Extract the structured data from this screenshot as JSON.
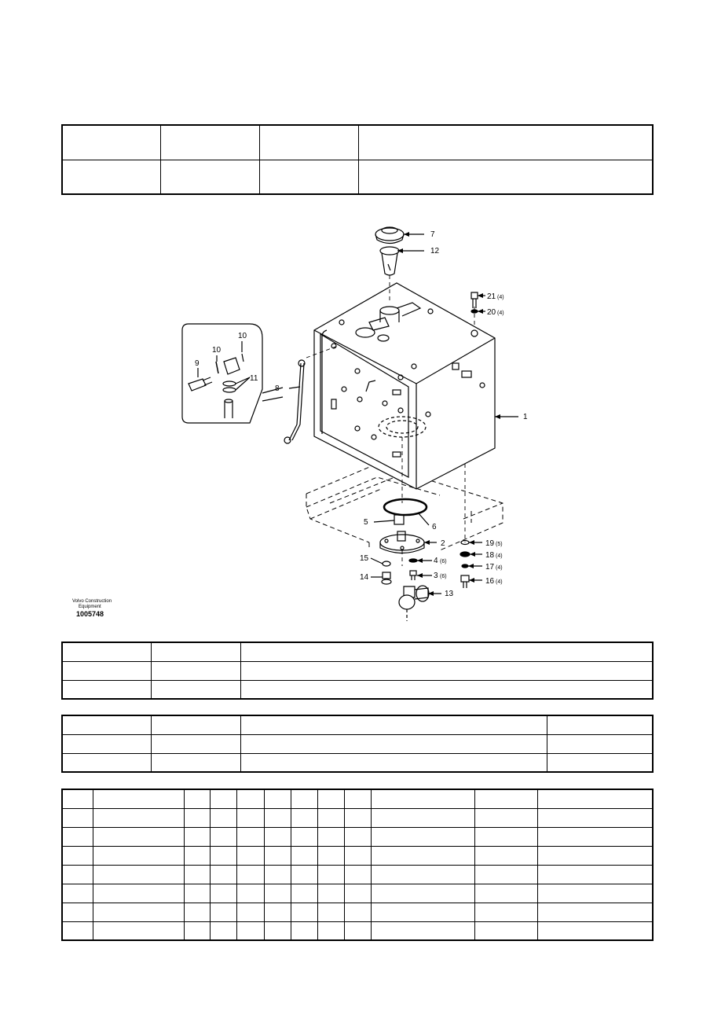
{
  "caption": {
    "line1": "Volvo Construction",
    "line2": "Equipment",
    "number": "1005748"
  },
  "callouts": {
    "c1": "1",
    "c2": "2",
    "c3": "3",
    "c3q": "(6)",
    "c4": "4",
    "c4q": "(6)",
    "c5": "5",
    "c6": "6",
    "c7": "7",
    "c8": "8",
    "c9": "9",
    "c10a": "10",
    "c10b": "10",
    "c11": "11",
    "c12": "12",
    "c13": "13",
    "c14": "14",
    "c15": "15",
    "c16": "16",
    "c16q": "(4)",
    "c17": "17",
    "c17q": "(4)",
    "c18": "18",
    "c18q": "(4)",
    "c19": "19",
    "c19q": "(5)",
    "c20": "20",
    "c20q": "(4)",
    "c21": "21",
    "c21q": "(4)"
  }
}
